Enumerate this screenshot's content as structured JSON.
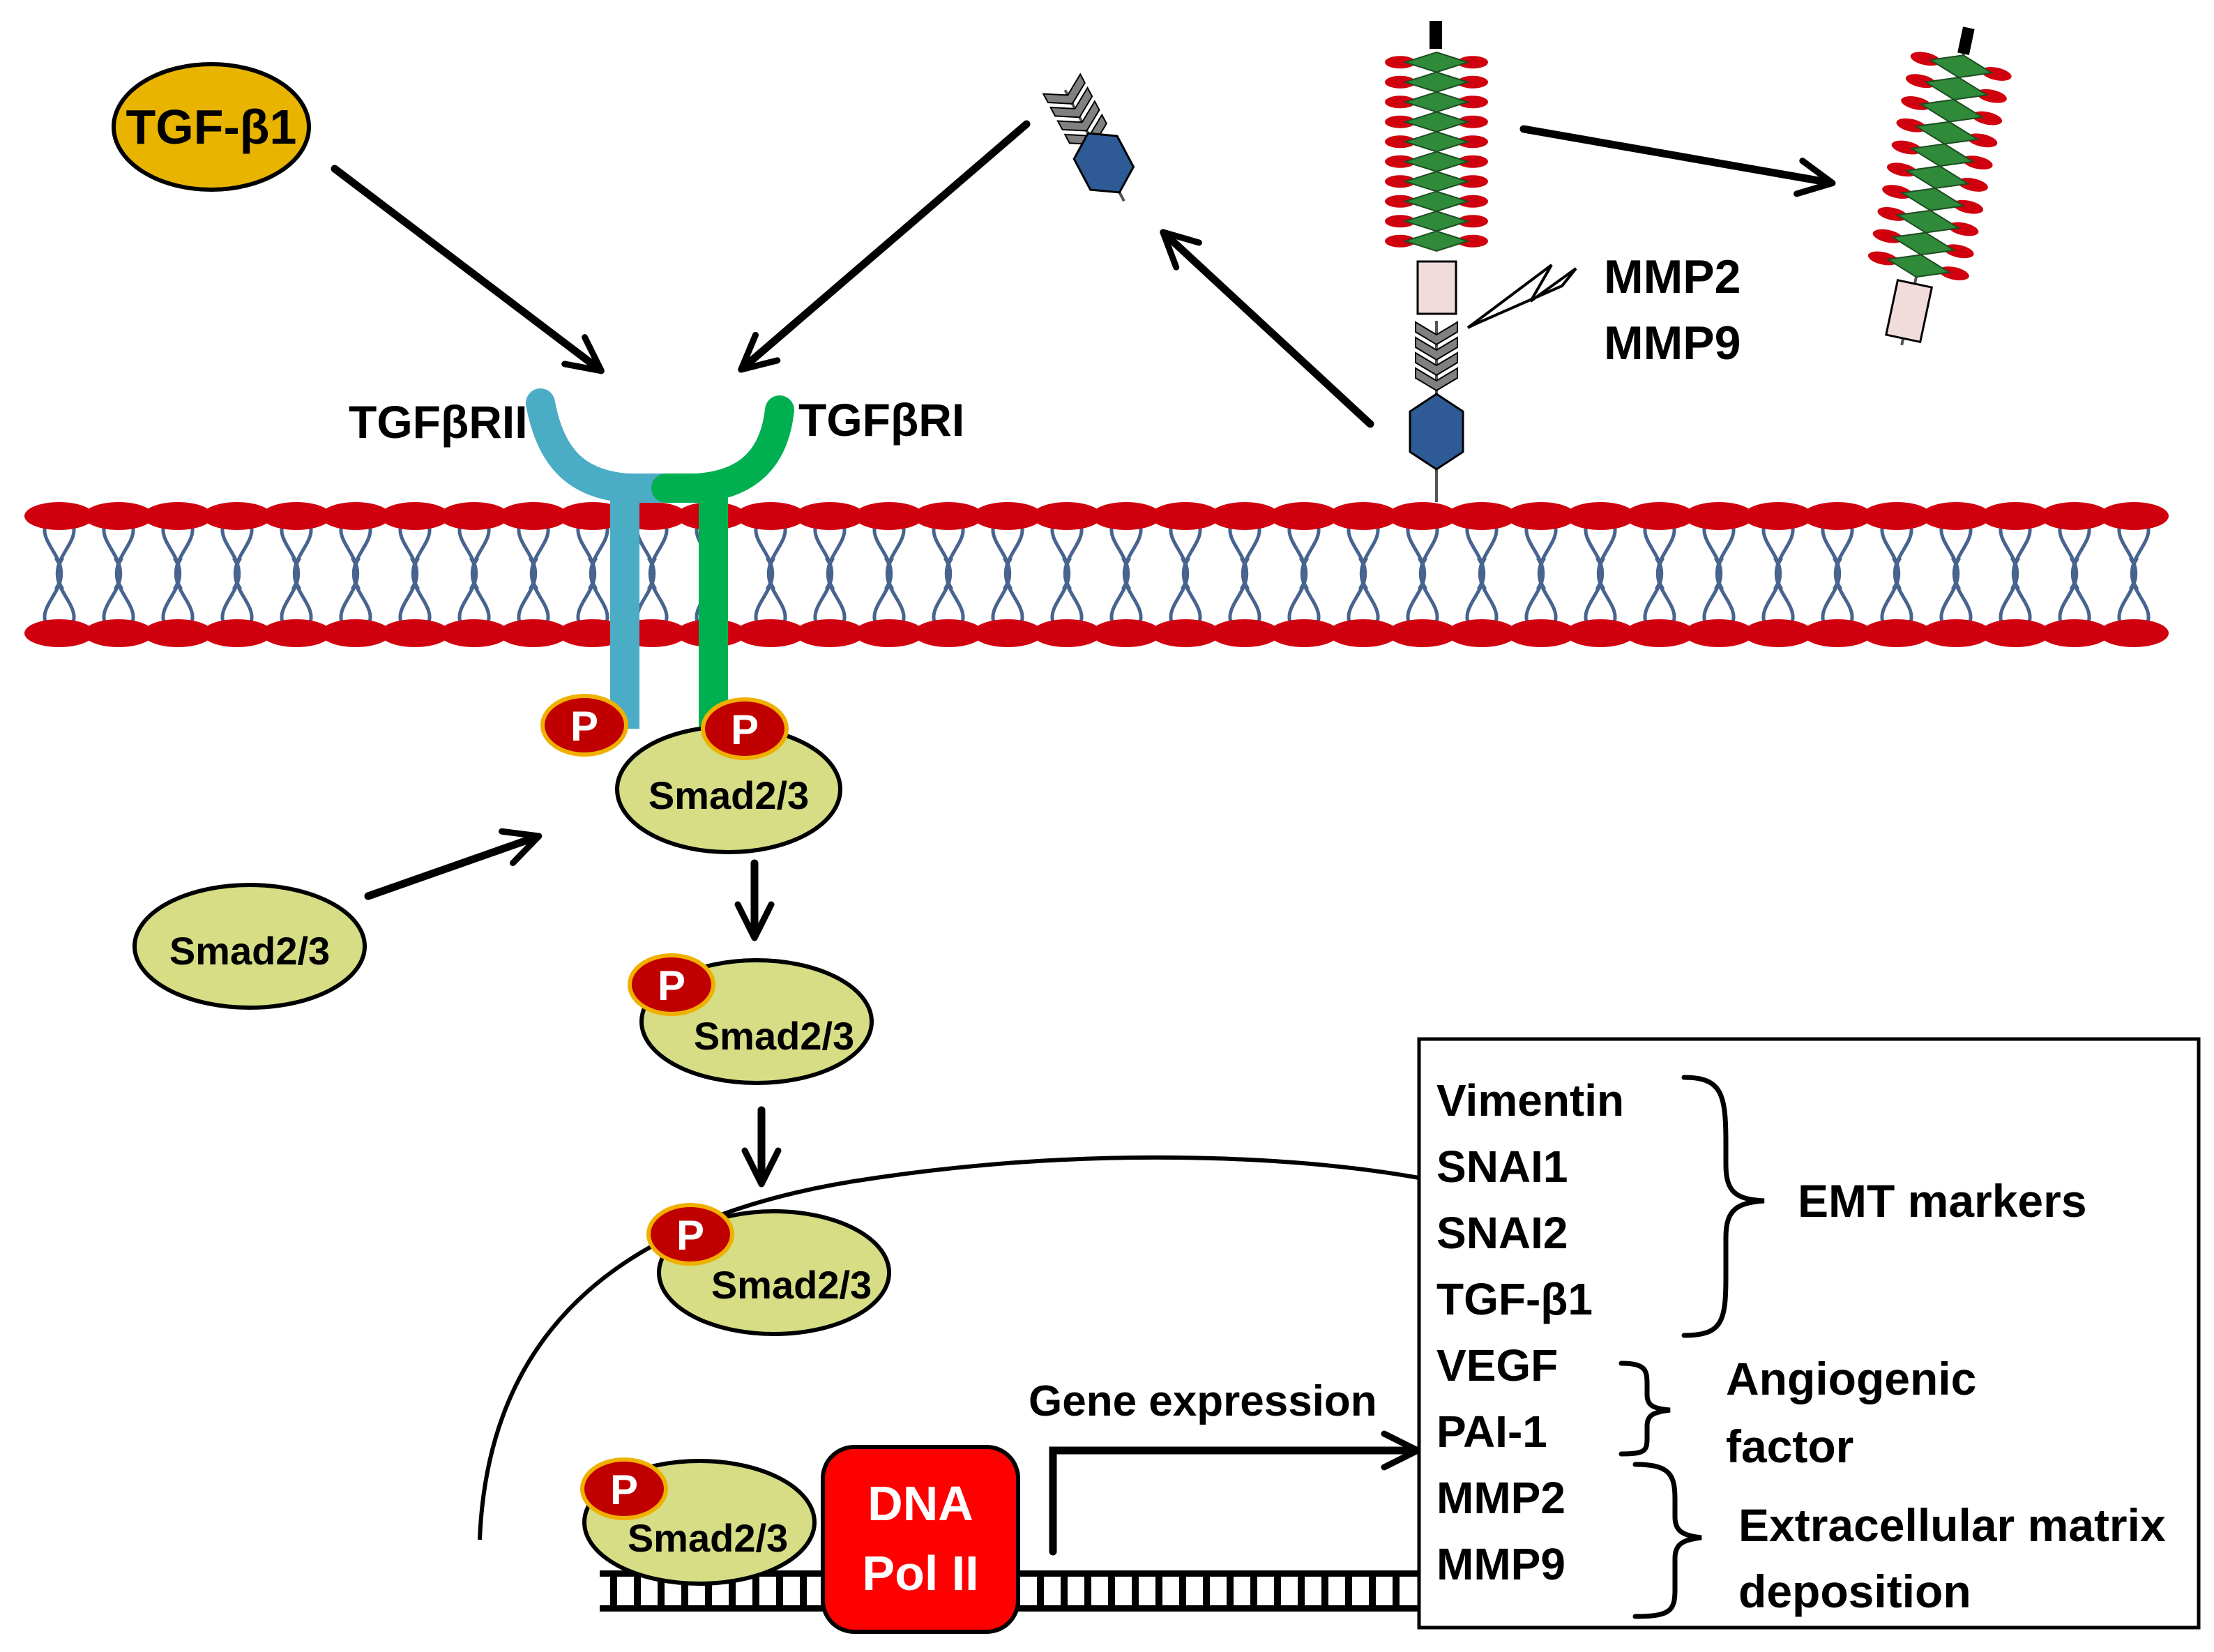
{
  "labels": {
    "tgfb1_ligand": "TGF-β1",
    "receptor_ii": "TGFβRII",
    "receptor_i": "TGFβRI",
    "mmp2": "MMP2",
    "mmp9": "MMP9",
    "phospho": "P",
    "smad": "Smad2/3",
    "gene_expression": "Gene expression",
    "dna_pol_line1": "DNA",
    "dna_pol_line2": "Pol II"
  },
  "gene_box": {
    "genes": [
      "Vimentin",
      "SNAI1",
      "SNAI2",
      "TGF-β1",
      "VEGF",
      "PAI-1",
      "MMP2",
      "MMP9"
    ],
    "groups": {
      "emt": "EMT markers",
      "angio_line1": "Angiogenic",
      "angio_line2": "factor",
      "ecm_line1": "Extracellular matrix",
      "ecm_line2": "deposition"
    }
  },
  "colors": {
    "ligand": "#e8b400",
    "smad": "#d6dd85",
    "phospho": "#c00000",
    "phospho_ring": "#f0b000",
    "lipid_head": "#d1000e",
    "lipid_tail": "#47648f",
    "receptor_ii": "#4bacc6",
    "receptor_i": "#00b050",
    "dna_pol": "#ff0000",
    "protein_core": "#2f8a3a",
    "hexagon": "#2e5b95",
    "linker": "#f2dcdb"
  }
}
